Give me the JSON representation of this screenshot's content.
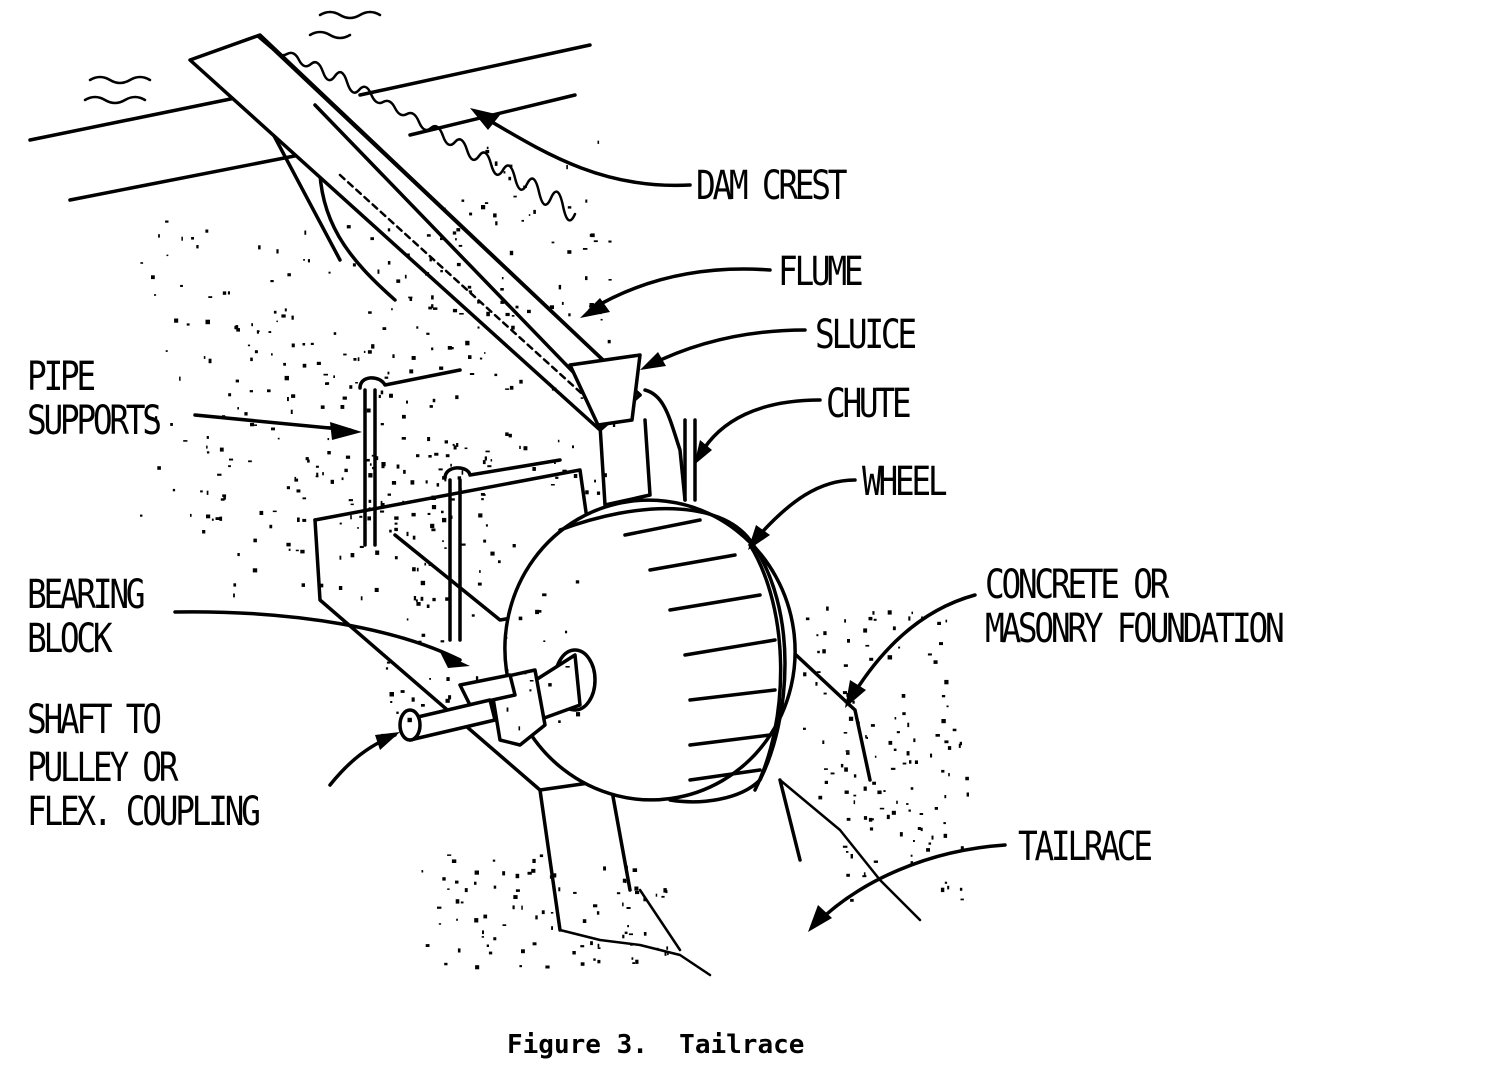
{
  "figure": {
    "caption": "Figure 3.  Tailrace",
    "title": "Water wheel installation at dam tailrace"
  },
  "labels": {
    "dam_crest": "DAM CREST",
    "flume": "FLUME",
    "sluice": "SLUICE",
    "chute": "CHUTE",
    "wheel": "WHEEL",
    "pipe_supports_1": "PIPE",
    "pipe_supports_2": "SUPPORTS",
    "bearing_block_1": "BEARING",
    "bearing_block_2": "BLOCK",
    "shaft_1": "SHAFT TO",
    "shaft_2": "PULLEY OR",
    "shaft_3": "FLEX. COUPLING",
    "foundation_1": "CONCRETE OR",
    "foundation_2": "MASONRY FOUNDATION",
    "tailrace": "TAILRACE"
  },
  "colors": {
    "ink": "#000000",
    "paper": "#ffffff"
  }
}
